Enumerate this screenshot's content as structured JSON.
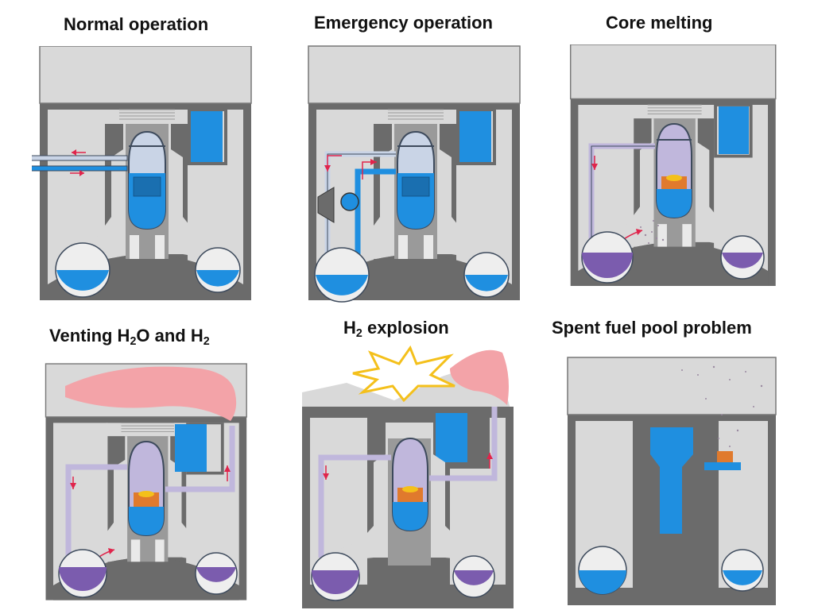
{
  "panels": {
    "normal": {
      "title": "Normal operation"
    },
    "emergency": {
      "title": "Emergency operation"
    },
    "melting": {
      "title": "Core melting"
    },
    "venting": {
      "title_a": "Venting H",
      "sub_a": "2",
      "title_b": "O and H",
      "sub_b": "2"
    },
    "explosion": {
      "title_a": "H",
      "sub_a": "2",
      "title_b": " explosion"
    },
    "pool": {
      "title": "Spent fuel pool problem"
    }
  },
  "colors": {
    "water": "#1f8fe0",
    "contaminated_water": "#7b5cae",
    "steam": "#c9d4e6",
    "contaminated_steam": "#c0b7dc",
    "hydrogen_cloud": "#f3a3a8",
    "concrete_dark": "#6b6b6b",
    "concrete_light": "#d9d9d9",
    "arrow": "#e0244b",
    "flash": "#f4c01b"
  }
}
